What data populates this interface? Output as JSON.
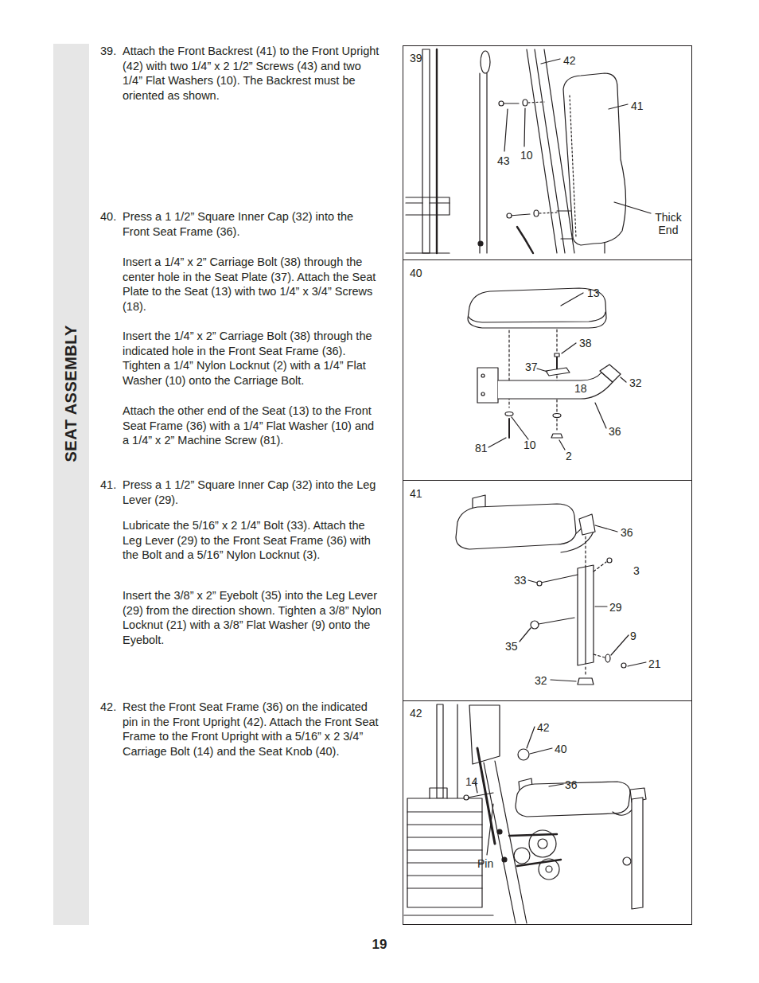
{
  "diagram": {
    "nodes": [
      {
        "text": [
          "SEAT ASSEMBLY"
        ]
      },
      {
        "text": [
          "39",
          "42",
          "41",
          "43",
          "10",
          "Thick End"
        ]
      },
      {
        "text": [
          "40",
          "13",
          "38",
          "37",
          "18",
          "32",
          "36",
          "81",
          "10",
          "2"
        ]
      },
      {
        "text": [
          "41",
          "36",
          "3",
          "33",
          "29",
          "9",
          "35",
          "21",
          "32"
        ]
      },
      {
        "text": [
          "42",
          "42",
          "40",
          "36",
          "14",
          "Pin"
        ]
      }
    ],
    "labels": [
      "39.",
      "Attach the Front Backrest (41) to the Front Upright (42) with two 1/4” x 2 1/2” Screws (43) and two 1/4” Flat Washers (10). The Backrest must be oriented as shown.",
      "40.",
      "Press a 1 1/2” Square Inner Cap (32) into the Front Seat Frame (36).",
      "Insert a 1/4” x 2” Carriage Bolt (38) through the center hole in the Seat Plate (37). Attach the Seat Plate to the Seat (13) with two 1/4” x 3/4” Screws (18).",
      "Insert the 1/4” x 2” Carriage Bolt (38) through the indicated hole in the Front Seat Frame (36). Tighten a 1/4” Nylon Locknut (2) with a 1/4” Flat Washer (10) onto the Carriage Bolt.",
      "Attach the other end of the Seat (13) to the Front Seat Frame (36) with a 1/4” Flat Washer (10) and a 1/4” x 2” Machine Screw (81).",
      "41.",
      "Press a 1 1/2” Square Inner Cap (32) into the Leg Lever (29).",
      "Lubricate the 5/16” x 2 1/4” Bolt (33). Attach the Leg Lever (29) to the Front Seat Frame (36) with the Bolt and a 5/16” Nylon Locknut (3).",
      "Insert the 3/8” x 2” Eyebolt (35) into the Leg Lever (29) from the direction shown. Tighten a 3/8” Nylon Locknut (21) with a 3/8” Flat Washer (9) onto the Eyebolt.",
      "42.",
      "Rest the Front Seat Frame (36) on the indicated pin in the Front Upright (42). Attach the Front Seat Frame to the Front Upright with a 5/16” x 2 3/4” Carriage Bolt (14) and the Seat Knob (40).",
      "19"
    ]
  }
}
